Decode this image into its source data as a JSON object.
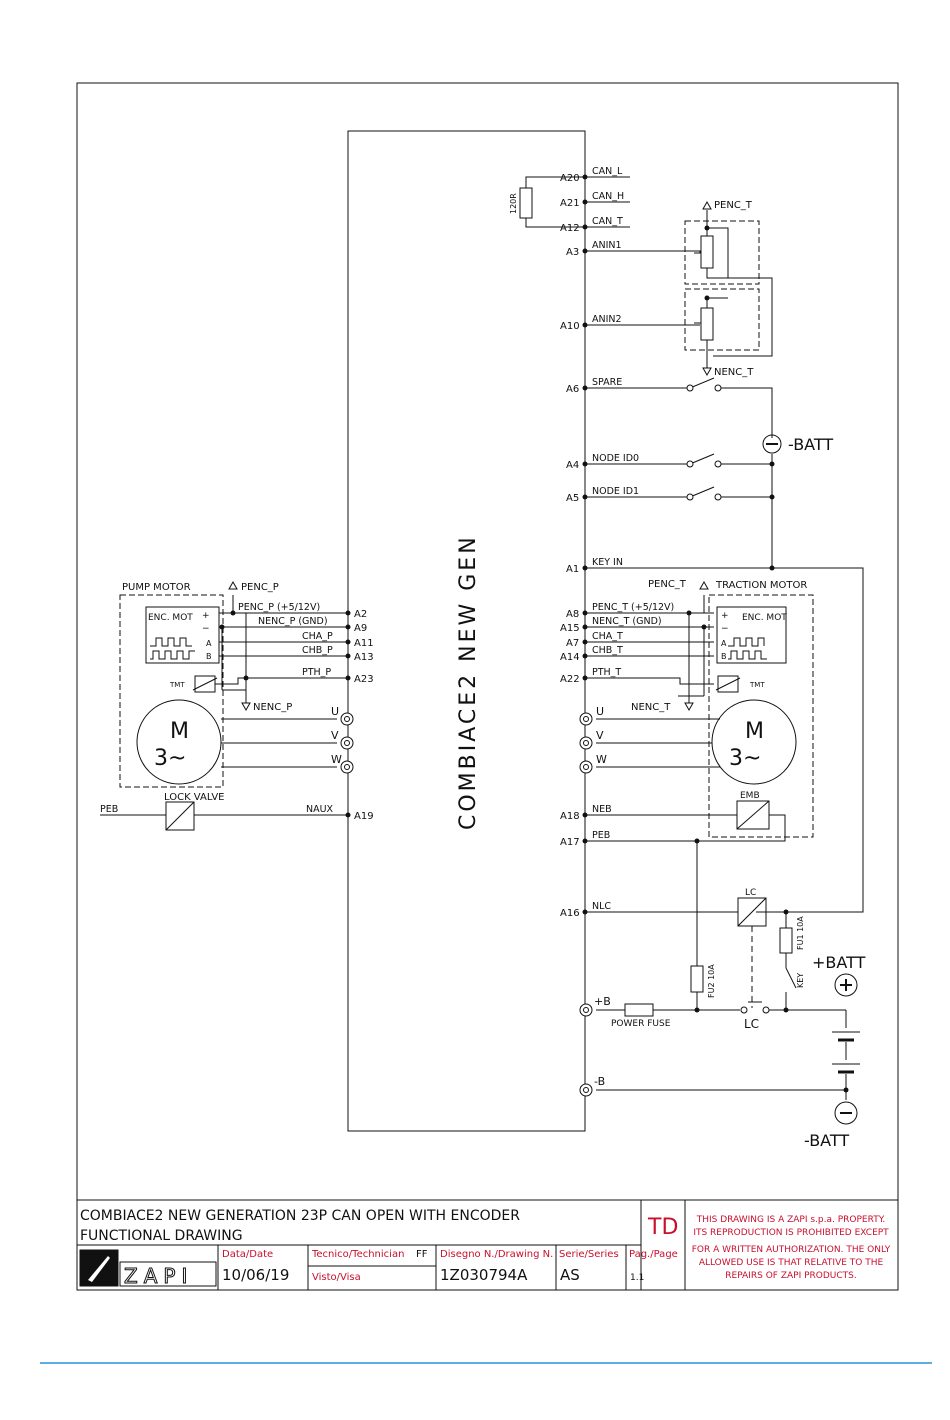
{
  "controller": {
    "title": "COMBIACE2 NEW GEN"
  },
  "pins_right": {
    "A20": "A20",
    "A21": "A21",
    "A12": "A12",
    "A3": "A3",
    "A10": "A10",
    "A6": "A6",
    "A4": "A4",
    "A5": "A5",
    "A1": "A1",
    "A8": "A8",
    "A15": "A15",
    "A7": "A7",
    "A14": "A14",
    "A22": "A22",
    "A18": "A18",
    "A17": "A17",
    "A16": "A16"
  },
  "pins_left": {
    "A2": "A2",
    "A9": "A9",
    "A11": "A11",
    "A13": "A13",
    "A23": "A23",
    "A19": "A19"
  },
  "signals_right": {
    "can_l": "CAN_L",
    "can_h": "CAN_H",
    "can_t": "CAN_T",
    "anin1": "ANIN1",
    "anin2": "ANIN2",
    "spare": "SPARE",
    "node_id0": "NODE ID0",
    "node_id1": "NODE ID1",
    "key_in": "KEY IN",
    "penc_t_supply": "PENC_T (+5/12V)",
    "nenc_t_gnd": "NENC_T (GND)",
    "cha_t": "CHA_T",
    "chb_t": "CHB_T",
    "pth_t": "PTH_T",
    "neb": "NEB",
    "peb": "PEB",
    "nlc": "NLC",
    "plus_b": "+B",
    "minus_b": "-B",
    "u": "U",
    "v": "V",
    "w": "W"
  },
  "signals_left": {
    "penc_p_supply": "PENC_P (+5/12V)",
    "nenc_p_gnd": "NENC_P (GND)",
    "cha_p": "CHA_P",
    "chb_p": "CHB_P",
    "pth_p": "PTH_P",
    "naux": "NAUX",
    "peb_left": "PEB",
    "u": "U",
    "v": "V",
    "w": "W"
  },
  "components": {
    "resistor_120r": "120R",
    "penc_t_top": "PENC_T",
    "nenc_t_pot": "NENC_T",
    "batt_minus": "-BATT",
    "batt_plus": "+BATT",
    "penc_t_traction": "PENC_T",
    "traction_motor": "TRACTION MOTOR",
    "pump_motor": "PUMP MOTOR",
    "penc_p": "PENC_P",
    "nenc_p": "NENC_P",
    "nenc_t_enc": "NENC_T",
    "enc_mot": "ENC. MOT",
    "tmt": "TMT",
    "motor_m": "M",
    "motor_3": "3~",
    "lock_valve": "LOCK VALVE",
    "emb": "EMB",
    "lc": "LC",
    "fu1": "FU1 10A",
    "fu2": "FU2 10A",
    "key": "KEY",
    "power_fuse": "POWER FUSE",
    "enc_plus": "+",
    "enc_minus": "−",
    "enc_a": "A",
    "enc_b": "B"
  },
  "title_block": {
    "title_line1": "COMBIACE2 NEW GENERATION 23P CAN OPEN WITH ENCODER",
    "title_line2": "FUNCTIONAL DRAWING",
    "td": "TD",
    "notice": [
      "THIS DRAWING IS A ZAPI s.p.a. PROPERTY.",
      "ITS REPRODUCTION IS PROHIBITED EXCEPT",
      "FOR A WRITTEN AUTHORIZATION. THE ONLY",
      "ALLOWED USE IS THAT RELATIVE TO THE",
      "REPAIRS OF ZAPI PRODUCTS."
    ],
    "logo": "ZAPI",
    "date_label": "Data/Date",
    "date_value": "10/06/19",
    "technician_label": "Tecnico/Technician",
    "technician_value": "FF",
    "visa_label": "Visto/Visa",
    "drawing_label": "Disegno N./Drawing N.",
    "drawing_value": "1Z030794A",
    "series_label": "Serie/Series",
    "series_value": "AS",
    "page_label": "Pag./Page",
    "page_value": "1.1"
  },
  "colors": {
    "accent_red": "#c8102e",
    "footer_rule": "#2b8fd6",
    "line": "#111111"
  }
}
